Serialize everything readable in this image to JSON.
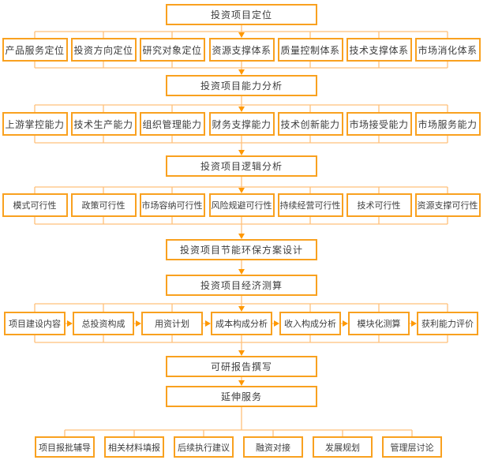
{
  "flowchart": {
    "stages": [
      "投资项目定位",
      "投资项目能力分析",
      "投资项目逻辑分析",
      "投资项目节能环保方案设计",
      "投资项目经济测算",
      "可研报告撰写",
      "延伸服务"
    ],
    "groups": [
      [
        "产品服务定位",
        "投资方向定位",
        "研究对象定位",
        "资源支撑体系",
        "质量控制体系",
        "技术支撑体系",
        "市场消化体系"
      ],
      [
        "上游掌控能力",
        "技术生产能力",
        "组织管理能力",
        "财务支撑能力",
        "技术创新能力",
        "市场接受能力",
        "市场服务能力"
      ],
      [
        "模式可行性",
        "政策可行性",
        "市场容纳可行性",
        "风险规避可行性",
        "持续经营可行性",
        "技术可行性",
        "资源支撑可行性"
      ],
      [
        "项目建设内容",
        "总投资构成",
        "用资计划",
        "成本构成分析",
        "收入构成分析",
        "模块化测算",
        "获利能力评价"
      ],
      [
        "项目报批辅导",
        "相关材料填报",
        "后续执行建议",
        "融资对接",
        "发展规划",
        "管理层讨论"
      ]
    ],
    "colors": {
      "box_border": "#f9a11f",
      "connector_line": "#ffc07a",
      "arrowhead": "#ff9800",
      "text": "#3d3d3d",
      "background": "#ffffff"
    }
  }
}
